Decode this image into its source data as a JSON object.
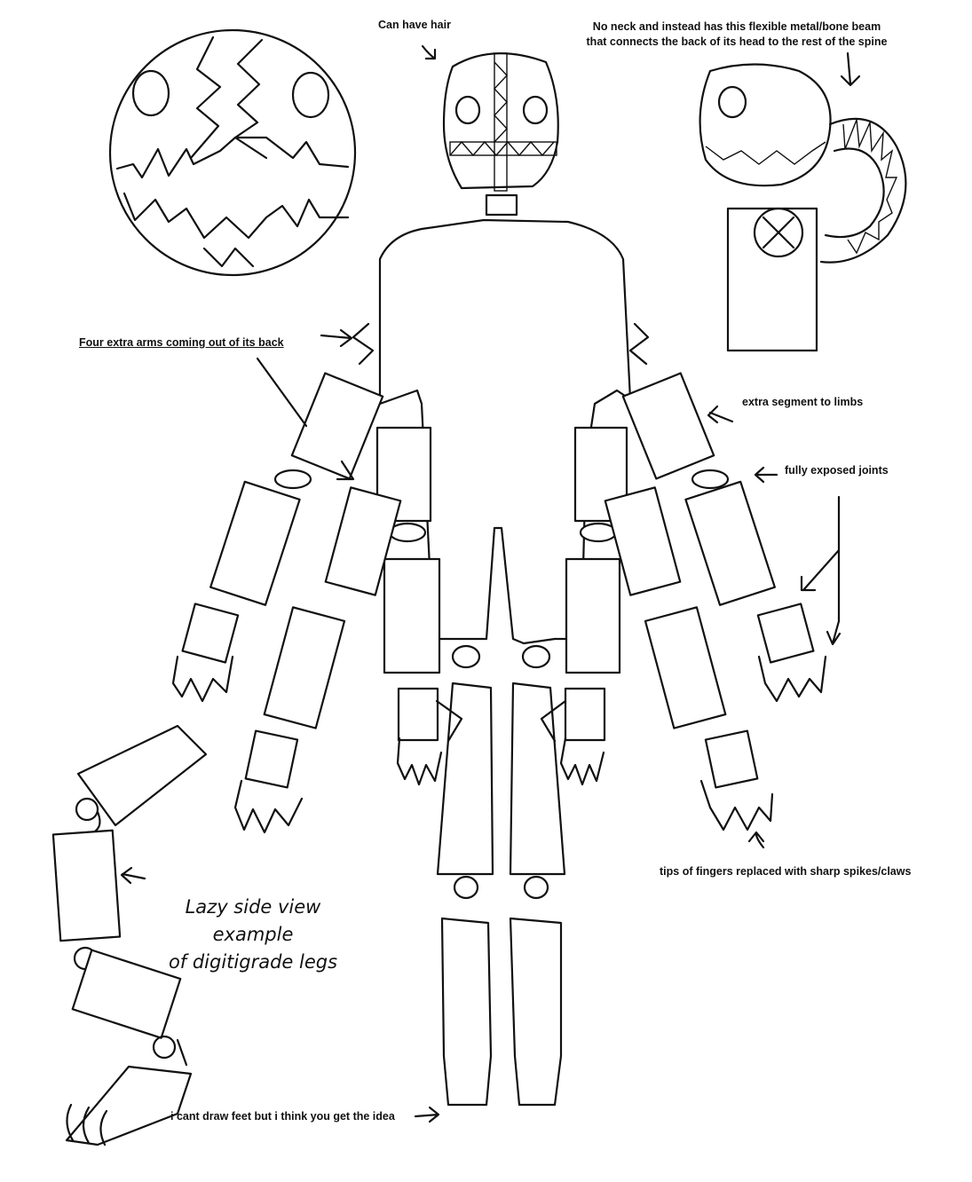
{
  "annotations": {
    "hair": "Can have hair",
    "neck_line1": "No neck and instead has this flexible metal/bone beam",
    "neck_line2": "that connects the back of its head to the rest of the spine",
    "extra_arms": "Four extra arms coming out of its back",
    "extra_segment": "extra segment to limbs",
    "joints": "fully exposed joints",
    "claws": "tips of fingers replaced with sharp spikes/claws",
    "side_view_line1": "Lazy side view example",
    "side_view_line2": "of digitigrade legs",
    "feet": "i cant draw feet but i think you get the idea"
  },
  "colors": {
    "ink": "#111111",
    "paper": "#ffffff"
  }
}
